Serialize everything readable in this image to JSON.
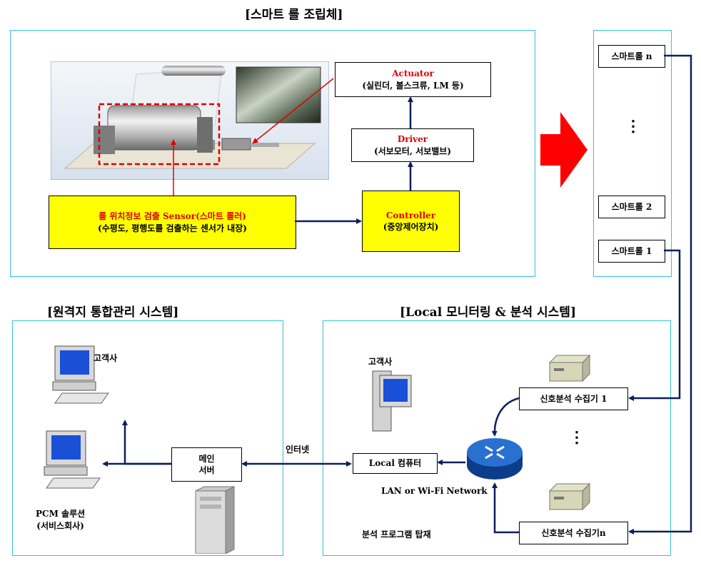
{
  "titles": {
    "smart_roll_assembly": "[스마트 롤 조립체]",
    "remote_system": "[원격지 통합관리 시스템]",
    "local_system": "[Local 모니터링 & 분석 시스템]"
  },
  "smart_roll": {
    "actuator": {
      "title": "Actuator",
      "subtitle": "(실린더, 볼스크류, LM 등)"
    },
    "driver": {
      "title": "Driver",
      "subtitle": "(서보모터, 서보밸브)"
    },
    "controller": {
      "title": "Controller",
      "subtitle": "(중앙제어장치)"
    },
    "sensor": {
      "title": "롤 위치정보 검출 Sensor(스마트 롤러)",
      "subtitle": "(수평도, 평행도를 검출하는 센서가 내장)"
    }
  },
  "roll_list": {
    "items": [
      "스마트롤 n",
      "스마트롤 2",
      "스마트롤 1"
    ],
    "ellipsis": "⋮"
  },
  "local": {
    "customer_label": "고객사",
    "computer": "Local 컴퓨터",
    "network_label": "LAN or Wi-Fi Network",
    "program_label": "분석 프로그램 탑재",
    "collector_1": "신호분석 수집기 1",
    "collector_n": "신호분석 수집기n",
    "ellipsis": "⋮"
  },
  "remote": {
    "customer_label": "고객사",
    "main_server": [
      "메인",
      "서버"
    ],
    "pcm_label": [
      "PCM 솔루션",
      "(서비스회사)"
    ]
  },
  "internet_label": "인터넷",
  "colors": {
    "panel_border": "#33c4d8",
    "highlight": "#ffff00",
    "accent_red": "#e00000",
    "line_navy": "#0d1f5c"
  }
}
